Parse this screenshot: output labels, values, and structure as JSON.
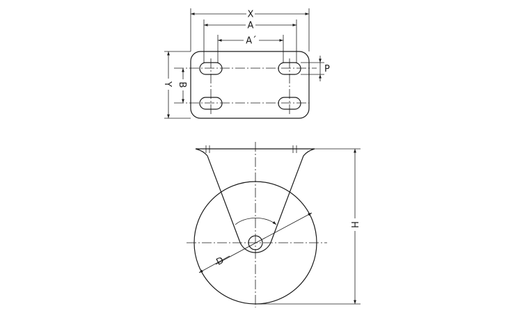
{
  "plate_view": {
    "dimensions": {
      "x": "X",
      "a": "A",
      "a_prime": "A´",
      "y": "Y",
      "b": "B",
      "p": "P"
    }
  },
  "side_view": {
    "dimensions": {
      "h": "H",
      "d": "D"
    }
  },
  "colors": {
    "line": "#1a1a1a",
    "background": "#ffffff"
  }
}
